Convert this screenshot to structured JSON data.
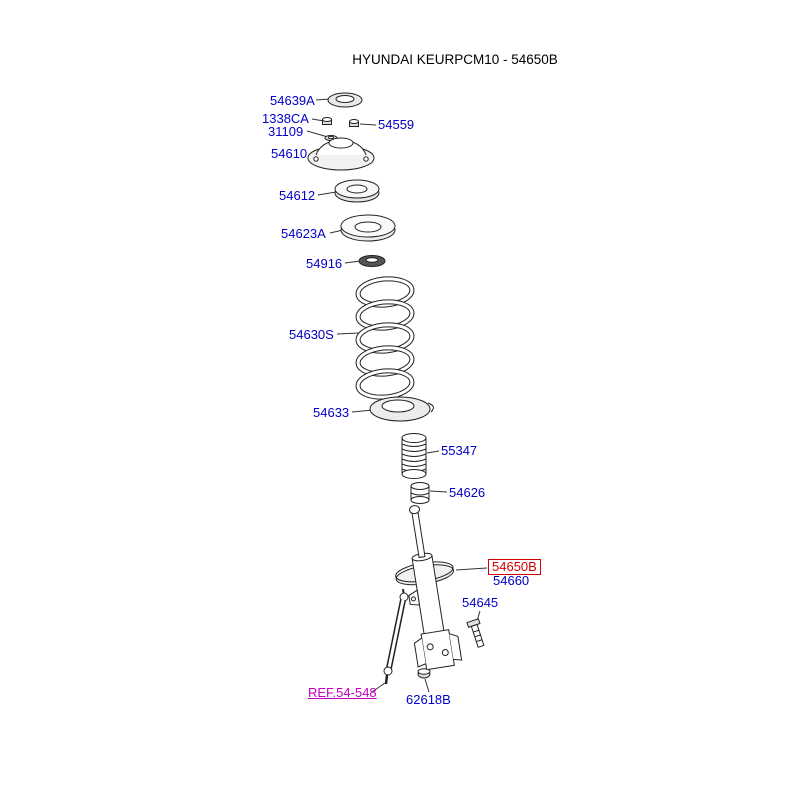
{
  "page": {
    "title": "HYUNDAI KEURPCM10 - 54650B"
  },
  "colors": {
    "part_label": "#0000c8",
    "highlight": "#d40000",
    "reference": "#c000c0",
    "line_art": "#222222"
  },
  "part_labels": {
    "cap": "54639A",
    "nut_upper": "1338CA",
    "washer_upper": "31109",
    "nut_mount": "54559",
    "insulator": "54610",
    "bearing": "54612",
    "pad_upper": "54623A",
    "washer": "54916",
    "coil_spring": "54630S",
    "pad_lower": "54633",
    "dust_cover": "55347",
    "bumper": "54626",
    "strut_assembly": "54650B",
    "strut_gas": "54660",
    "bolt": "54645",
    "nut_lower": "62618B",
    "stabilizer_link_ref": "REF.54-548"
  }
}
